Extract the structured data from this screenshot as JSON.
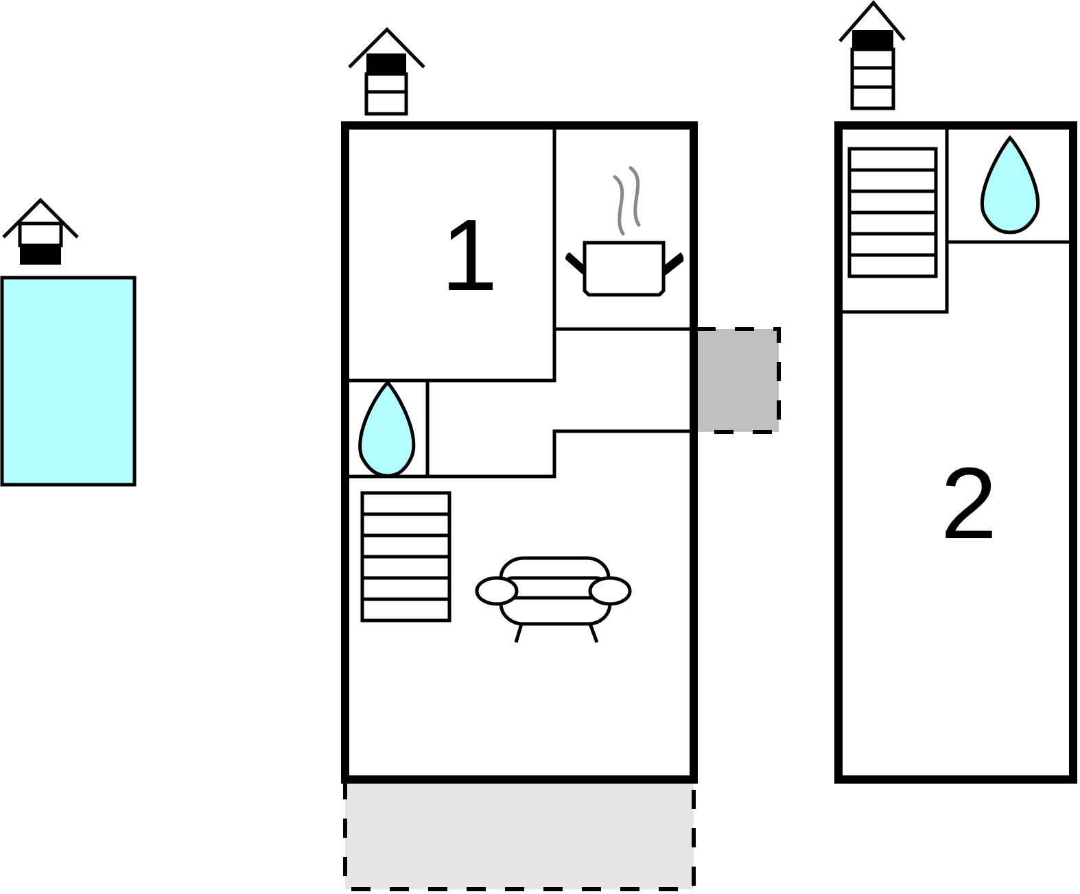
{
  "floors": [
    {
      "label": "1"
    },
    {
      "label": "2"
    }
  ],
  "icons": [
    "floor-up-arrow-icon",
    "pool",
    "kitchen-pot-icon",
    "bathroom-drop-icon",
    "stairs-icon",
    "sofa-icon",
    "terrace"
  ],
  "colors": {
    "wall": "#000000",
    "water": "#b3ffff",
    "covered_terrace": "#c0c0c0",
    "open_terrace": "#e6e6e6",
    "steam": "#888888"
  }
}
